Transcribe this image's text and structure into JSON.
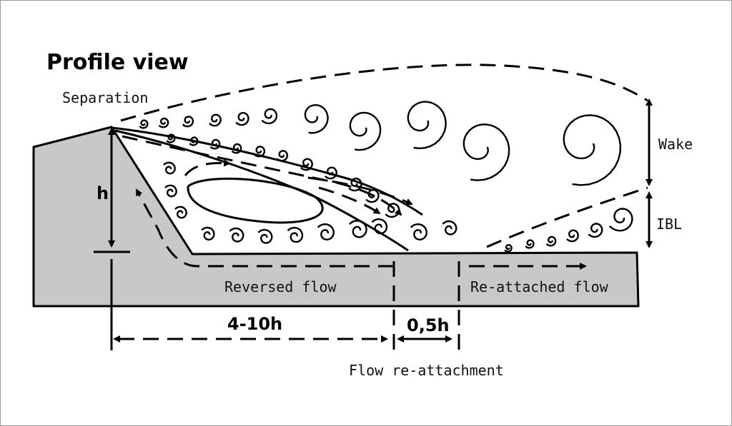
{
  "title": "Profile view",
  "labels": {
    "separation": "Separation",
    "h": "h",
    "wake": "Wake",
    "ibl": "IBL",
    "reversed_flow": "Reversed flow",
    "reattached_flow": "Re-attached flow",
    "dist_recirculation": "4-10h",
    "dist_transition": "0,5h",
    "flow_reattachment": "Flow re-attachment"
  },
  "colors": {
    "ground": "#c8c8c8",
    "ink": "#000000",
    "frame": "#9a9a9a"
  }
}
